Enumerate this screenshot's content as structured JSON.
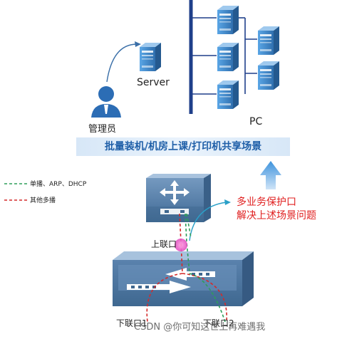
{
  "labels": {
    "server": "Server",
    "admin": "管理员",
    "pc": "PC",
    "banner": "批量装机/机房上课/打印机共享场景",
    "legend_unicast": "单播、ARP、DHCP",
    "legend_multicast": "其他多播",
    "callout_line1": "多业务保护口",
    "callout_line2": "解决上述场景问题",
    "uplink": "上联口",
    "downlink1": "下联口1",
    "downlink2": "下联口2",
    "watermark": "CSDN @你可知这世上再难遇我"
  },
  "colors": {
    "unicast_line": "#2e9e5a",
    "multicast_line": "#d42a2a",
    "callout_text": "#e02020",
    "banner_text": "#1f5fa8",
    "device_blue": "#4f79a8",
    "pc_blue": "#3f86c8",
    "port_highlight": "#ee66cc"
  }
}
